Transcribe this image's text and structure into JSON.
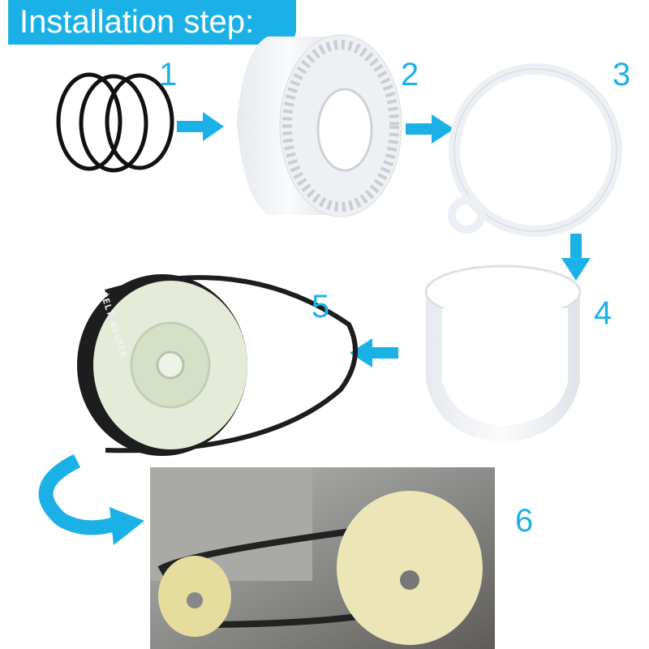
{
  "header": {
    "title": "Installation step:"
  },
  "steps": [
    {
      "number": "1",
      "part": "o-rings"
    },
    {
      "number": "2",
      "part": "drive-gear"
    },
    {
      "number": "3",
      "part": "clamp-ring"
    },
    {
      "number": "4",
      "part": "cam-ring"
    },
    {
      "number": "5",
      "part": "pulley-and-belt"
    },
    {
      "number": "6",
      "part": "installed-assembly"
    }
  ],
  "photo_lettering": "BELT WASHER",
  "colors": {
    "accent": "#1bb1e7",
    "part_white": "#f2f4f6",
    "pulley": "#e4ecd9",
    "belt": "#1d1d1d"
  }
}
